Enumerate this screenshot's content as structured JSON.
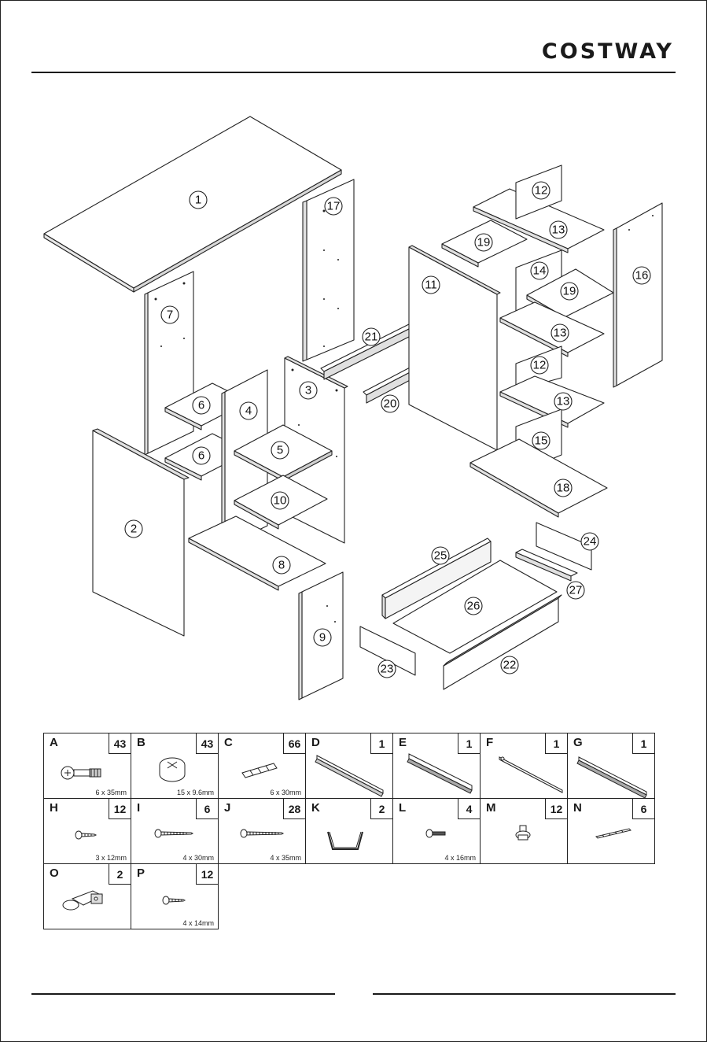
{
  "brand": "COSTWAY",
  "diagram": {
    "parts": [
      "1",
      "2",
      "3",
      "4",
      "5",
      "6",
      "6",
      "7",
      "8",
      "9",
      "10",
      "11",
      "12",
      "12",
      "13",
      "13",
      "13",
      "14",
      "15",
      "16",
      "17",
      "18",
      "19",
      "19",
      "20",
      "21",
      "22",
      "23",
      "24",
      "25",
      "26",
      "27"
    ]
  },
  "hardware": [
    {
      "letter": "A",
      "qty": "43",
      "size": "6 x 35mm",
      "icon": "cam-bolt-icon"
    },
    {
      "letter": "B",
      "qty": "43",
      "size": "15 x 9.6mm",
      "icon": "cam-lock-icon"
    },
    {
      "letter": "C",
      "qty": "66",
      "size": "6 x 30mm",
      "icon": "wooden-dowel-icon"
    },
    {
      "letter": "D",
      "qty": "1",
      "size": "",
      "icon": "drawer-slide-icon"
    },
    {
      "letter": "E",
      "qty": "1",
      "size": "",
      "icon": "drawer-slide-icon"
    },
    {
      "letter": "F",
      "qty": "1",
      "size": "",
      "icon": "drawer-slide-icon"
    },
    {
      "letter": "G",
      "qty": "1",
      "size": "",
      "icon": "drawer-slide-icon"
    },
    {
      "letter": "H",
      "qty": "12",
      "size": "3 x 12mm",
      "icon": "screw-icon"
    },
    {
      "letter": "I",
      "qty": "6",
      "size": "4 x 30mm",
      "icon": "long-screw-icon"
    },
    {
      "letter": "J",
      "qty": "28",
      "size": "4 x 35mm",
      "icon": "long-screw-icon"
    },
    {
      "letter": "K",
      "qty": "2",
      "size": "",
      "icon": "drawer-handle-icon"
    },
    {
      "letter": "L",
      "qty": "4",
      "size": "4 x 16mm",
      "icon": "machine-screw-icon"
    },
    {
      "letter": "M",
      "qty": "12",
      "size": "",
      "icon": "shelf-pin-icon"
    },
    {
      "letter": "N",
      "qty": "6",
      "size": "",
      "icon": "drill-bit-icon"
    },
    {
      "letter": "O",
      "qty": "2",
      "size": "",
      "icon": "hinge-icon"
    },
    {
      "letter": "P",
      "qty": "12",
      "size": "4 x 14mm",
      "icon": "screw-icon"
    }
  ]
}
